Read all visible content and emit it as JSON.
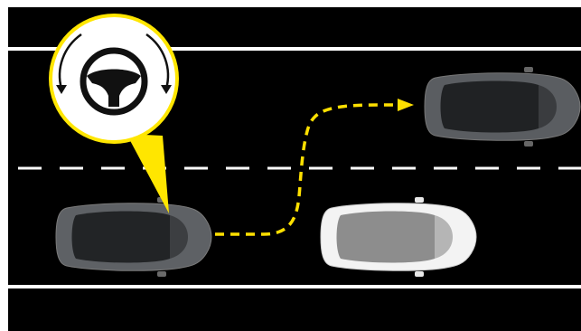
{
  "scene": {
    "description_free": true,
    "road_color": "#000000",
    "border_color": "#ffffff",
    "lane_line_color": "#ffffff",
    "path_color": "#ffe000",
    "callout_color": "#ffe600",
    "badge_fill": "#ffffff",
    "badge_ring": "#e8ee28",
    "icon_color": "#111111"
  },
  "cars": [
    {
      "name": "ego-car",
      "color": "#5c5f63",
      "roof": "#2a2c2e"
    },
    {
      "name": "target-car",
      "color": "#55585c",
      "roof": "#222426"
    },
    {
      "name": "obstacle-car",
      "color": "#f2f2f2",
      "roof": "#8a8a8a"
    }
  ],
  "icons": {
    "badge": "steering-wheel-icon",
    "left_arrow": "rotate-ccw-arrow-icon",
    "right_arrow": "rotate-cw-arrow-icon"
  }
}
